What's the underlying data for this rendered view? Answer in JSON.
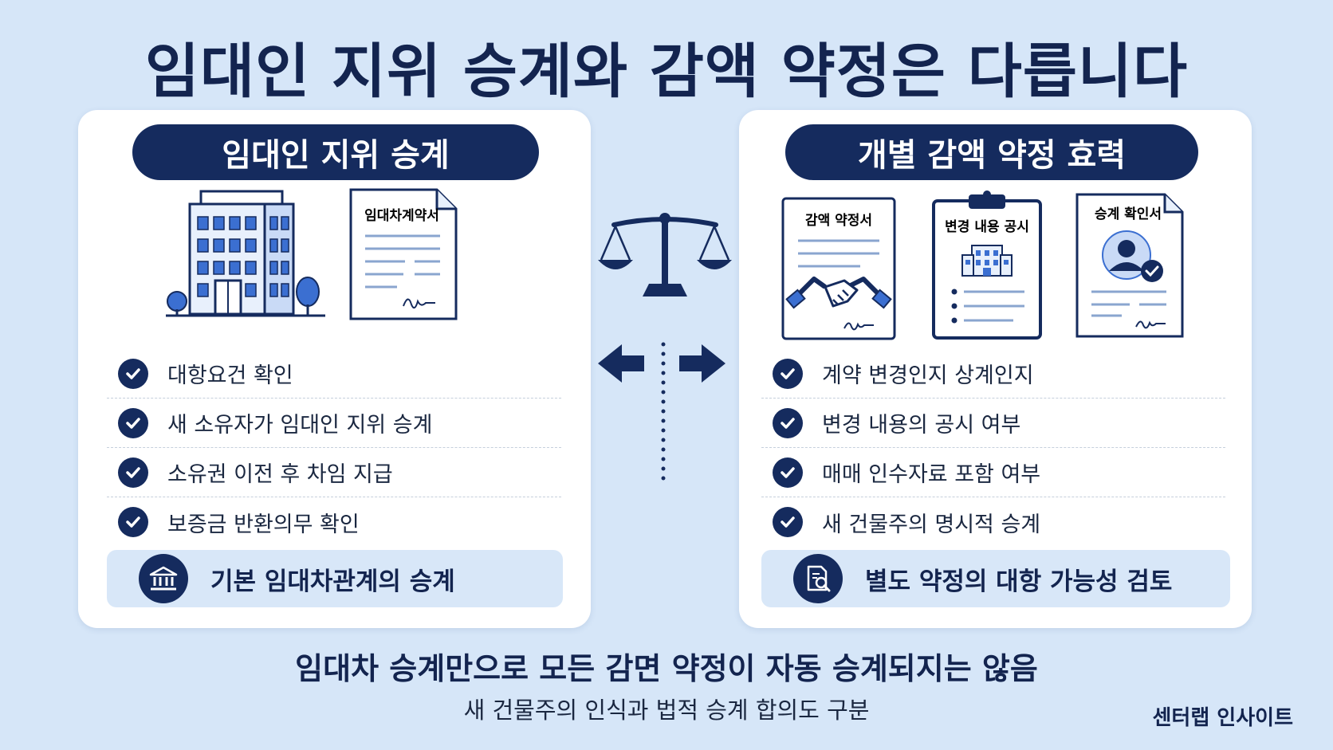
{
  "title": "임대인 지위 승계와 감액 약정은 다릅니다",
  "left_panel": {
    "header": "임대인 지위 승계",
    "document_label": "임대차계약서",
    "items": [
      "대항요건 확인",
      "새 소유자가 임대인 지위 승계",
      "소유권 이전 후 차임 지급",
      "보증금 반환의무 확인"
    ],
    "summary": "기본 임대차관계의 승계",
    "summary_icon": "bank-icon"
  },
  "right_panel": {
    "header": "개별 감액 약정 효력",
    "document_labels": [
      "감액 약정서",
      "변경 내용 공시",
      "승계 확인서"
    ],
    "items": [
      "계약 변경인지 상계인지",
      "변경 내용의 공시 여부",
      "매매 인수자료 포함 여부",
      "새 건물주의 명시적 승계"
    ],
    "summary": "별도 약정의 대항 가능성 검토",
    "summary_icon": "document-search-icon"
  },
  "footer": {
    "main": "임대차 승계만으로 모든 감면 약정이 자동 승계되지는 않음",
    "sub": "새 건물주의 인식과 법적 승계 합의도 구분",
    "brand": "센터랩 인사이트"
  },
  "colors": {
    "background": "#d6e6f8",
    "navy": "#152b5e",
    "card": "#ffffff",
    "summary_bg": "#d8e7f8",
    "accent_blue": "#3b6fd1"
  }
}
